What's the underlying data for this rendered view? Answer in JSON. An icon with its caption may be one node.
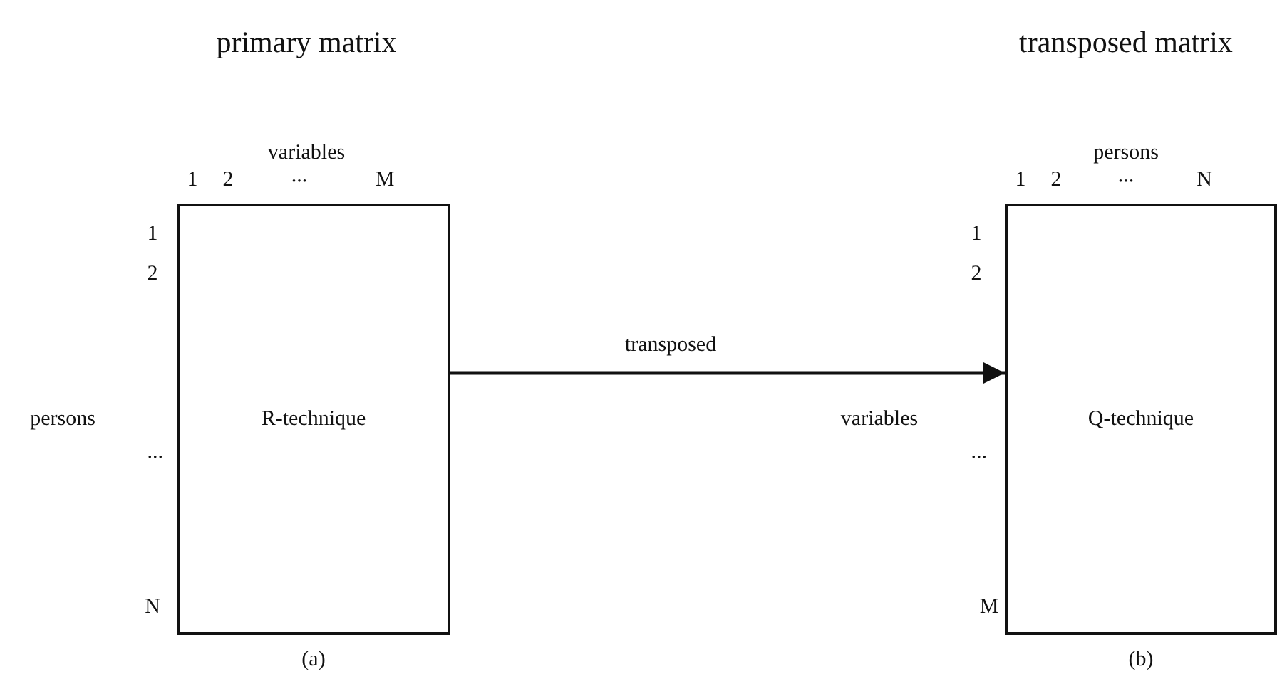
{
  "diagram": {
    "nodes": [
      {
        "text": [
          "R-technique"
        ],
        "beside": [
          "(a)"
        ]
      },
      {
        "text": [
          "Q-technique"
        ],
        "beside": [
          "(b)"
        ]
      }
    ],
    "edges": [
      {
        "from": 0,
        "to": 1,
        "arrow": "to",
        "label": "transposed"
      }
    ],
    "labels": [
      "primary matrix",
      "transposed matrix",
      "variables",
      "1",
      "2",
      "...",
      "M",
      "1",
      "2",
      "persons",
      "...",
      "N",
      "persons",
      "1",
      "2",
      "...",
      "N",
      "1",
      "2",
      "variables",
      "...",
      "M"
    ]
  }
}
